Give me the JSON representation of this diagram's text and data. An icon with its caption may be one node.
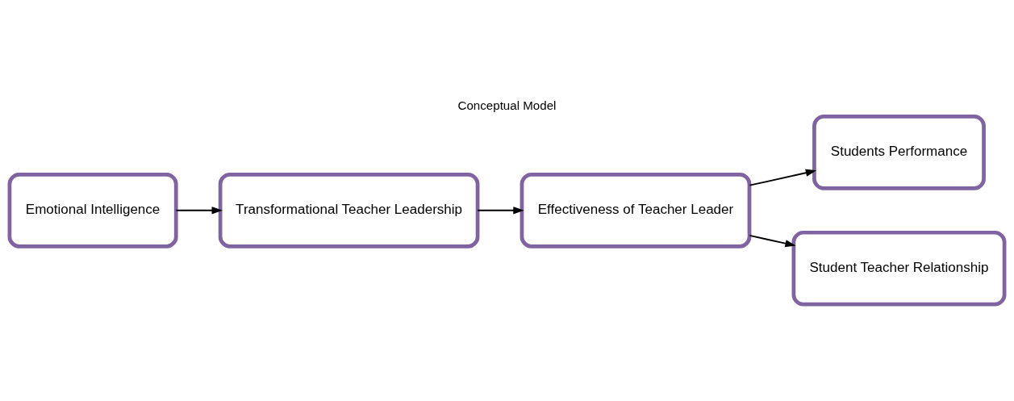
{
  "diagram": {
    "title": "Conceptual Model",
    "nodes": [
      {
        "text": [
          "Emotional Intelligence"
        ]
      },
      {
        "text": [
          "Transformational Teacher Leadership"
        ]
      },
      {
        "text": [
          "Effectiveness of Teacher Leader"
        ]
      },
      {
        "text": [
          "Students Performance"
        ]
      },
      {
        "text": [
          "Student Teacher Relationship"
        ]
      }
    ],
    "edges": [
      {
        "from": 0,
        "to": 1,
        "arrow": "to"
      },
      {
        "from": 1,
        "to": 2,
        "arrow": "to"
      },
      {
        "from": 2,
        "to": 3,
        "arrow": "to"
      },
      {
        "from": 2,
        "to": 4,
        "arrow": "to"
      }
    ]
  }
}
